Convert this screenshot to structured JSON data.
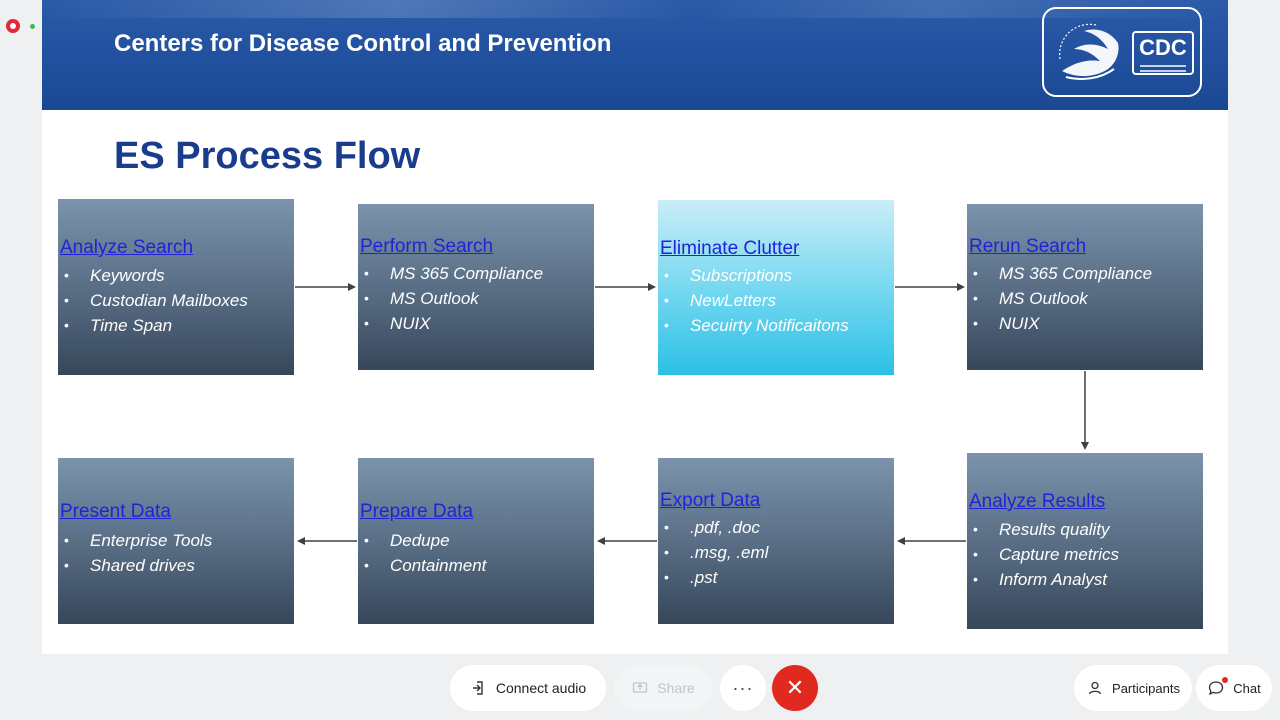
{
  "slide": {
    "org_title": "Centers for Disease Control and Prevention",
    "logo_text": "CDC",
    "title": "ES Process Flow",
    "boxes": [
      {
        "title": "Analyze Search",
        "items": [
          "Keywords",
          "Custodian Mailboxes",
          "Time Span"
        ]
      },
      {
        "title": "Perform Search",
        "items": [
          "MS 365 Compliance",
          "MS Outlook",
          "NUIX"
        ]
      },
      {
        "title": "Eliminate Clutter",
        "items": [
          "Subscriptions",
          "NewLetters",
          "Secuirty Notificaitons"
        ]
      },
      {
        "title": "Rerun Search",
        "items": [
          "MS 365 Compliance",
          "MS Outlook",
          "NUIX"
        ]
      },
      {
        "title": "Analyze Results",
        "items": [
          "Results quality",
          "Capture metrics",
          "Inform Analyst"
        ]
      },
      {
        "title": "Export Data",
        "items": [
          ".pdf, .doc",
          ".msg, .eml",
          ".pst"
        ]
      },
      {
        "title": "Prepare Data",
        "items": [
          "Dedupe",
          "Containment"
        ]
      },
      {
        "title": "Present Data",
        "items": [
          "Enterprise Tools",
          "Shared drives"
        ]
      }
    ]
  },
  "toolbar": {
    "connect_audio": "Connect audio",
    "share": "Share",
    "more": "···",
    "leave": "✕",
    "participants": "Participants",
    "chat": "Chat"
  },
  "colors": {
    "banner": "#1f4f9d",
    "title": "#1a3c8c",
    "box": "#5a6f86",
    "highlight_box": "#6fd6ef",
    "box_heading_link": "#2222d8",
    "leave_button": "#e0291f"
  }
}
